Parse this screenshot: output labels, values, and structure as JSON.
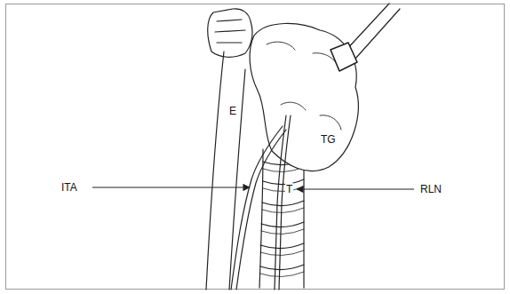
{
  "diagram": {
    "labels": [
      "ITA",
      "RLN",
      "E",
      "TG",
      "T"
    ]
  }
}
